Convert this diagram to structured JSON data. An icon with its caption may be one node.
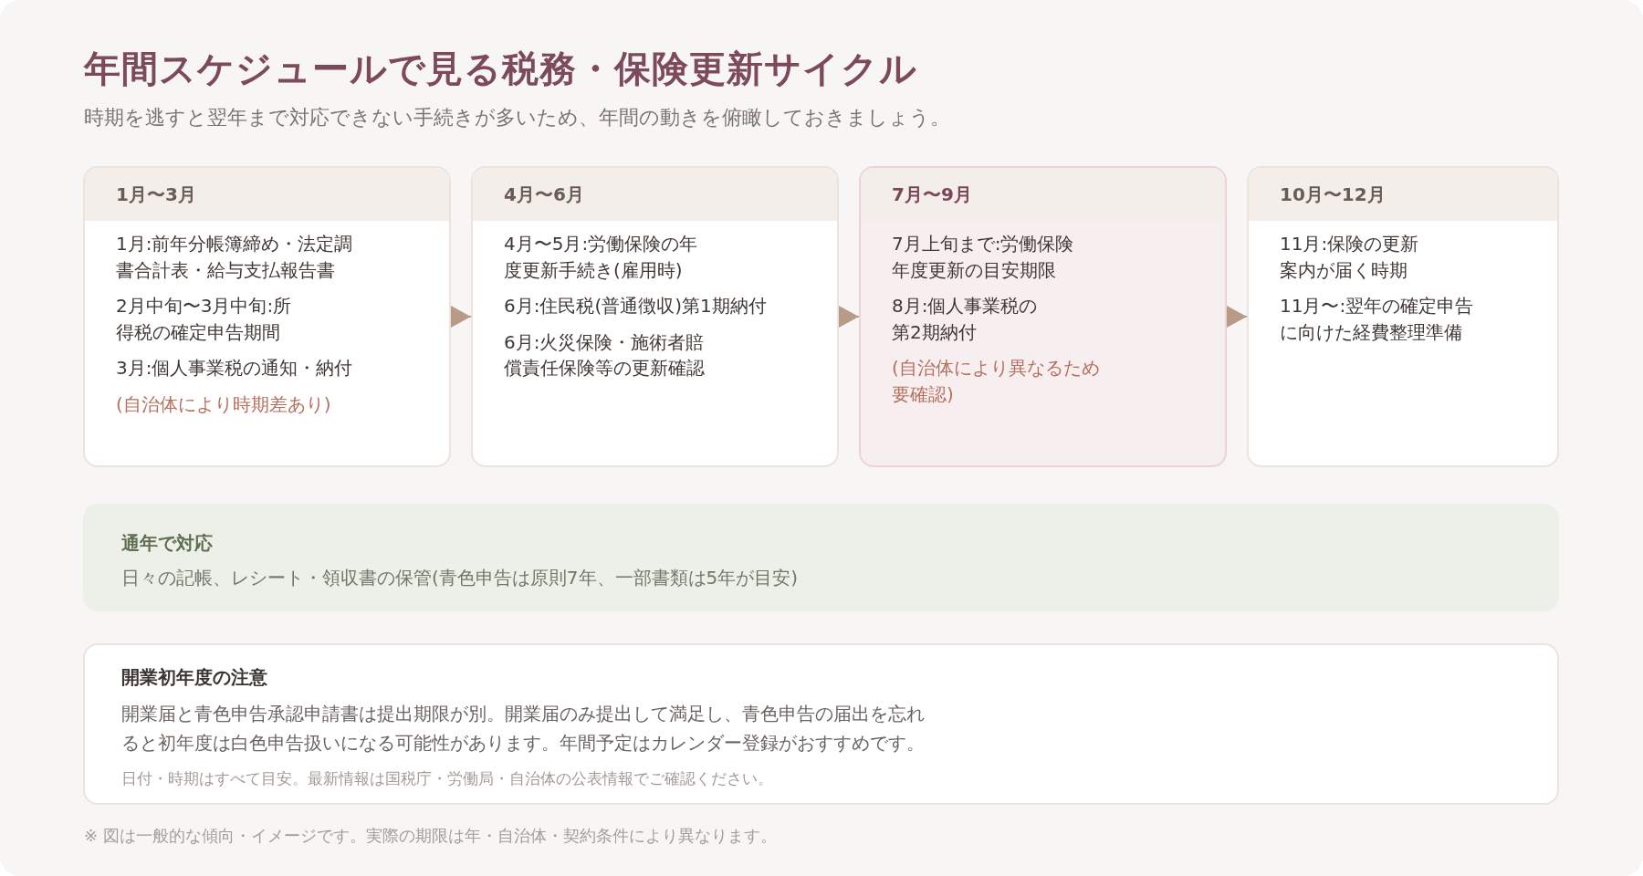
{
  "diagram": {
    "title": "年間スケジュールで見る税務・保険更新サイクル",
    "caption": "※ 図は一般的な傾向・イメージです。実際の期限は年・自治体・契約条件により異なります。",
    "labels": [
      "時期を逃すと翌年まで対応できない手続きが多いため、年間の動きを俯瞰しておきましょう。"
    ],
    "nodes": [
      {
        "text": [
          "1月〜3月",
          "1月:前年分帳簿締め・法定調書合計表・給与支払報告書",
          "2月中旬〜3月中旬:所得税の確定申告期間",
          "3月:個人事業税の通知・納付",
          "(自治体により時期差あり)"
        ]
      },
      {
        "text": [
          "4月〜6月",
          "4月〜5月:労働保険の年度更新手続き(雇用時)",
          "6月:住民税(普通徴収)第1期納付",
          "6月:火災保険・施術者賠償責任保険等の更新確認"
        ]
      },
      {
        "text": [
          "7月〜9月",
          "7月上旬まで:労働保険年度更新の目安期限",
          "8月:個人事業税の第2期納付",
          "(自治体により異なるため要確認)"
        ]
      },
      {
        "text": [
          "10月〜12月",
          "11月:保険の更新案内が届く時期",
          "11月〜:翌年の確定申告に向けた経費整理準備"
        ]
      },
      {
        "text": [
          "通年で対応",
          "日々の記帳、レシート・領収書の保管(青色申告は原則7年、一部書類は5年が目安)"
        ]
      },
      {
        "text": [
          "開業初年度の注意",
          "開業届と青色申告承認申請書は提出期限が別。開業届のみ提出して満足し、青色申告の届出を忘れると初年度は白色申告扱いになる可能性があります。年間予定はカレンダー登録がおすすめです。",
          "日付・時期はすべて目安。最新情報は国税庁・労働局・自治体の公表情報でご確認ください。"
        ]
      }
    ],
    "edges": [
      {
        "from": 0,
        "to": 1,
        "arrow": "to"
      },
      {
        "from": 1,
        "to": 2,
        "arrow": "to"
      },
      {
        "from": 2,
        "to": 3,
        "arrow": "to"
      }
    ]
  }
}
